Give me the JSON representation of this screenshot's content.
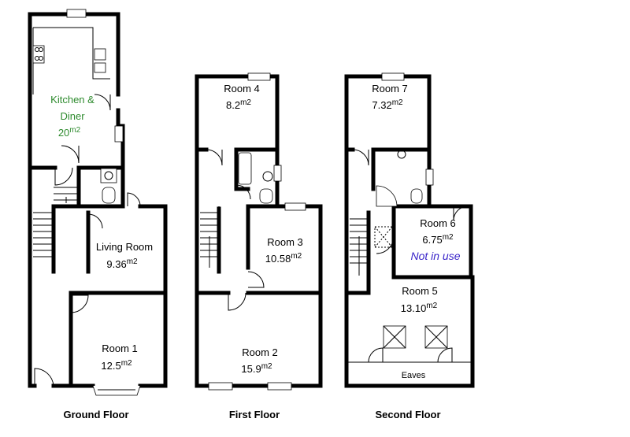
{
  "ground_floor": {
    "title": "Ground Floor",
    "kitchen": {
      "name_line1": "Kitchen &",
      "name_line2": "Diner",
      "area": "20",
      "unit": "m2"
    },
    "living_room": {
      "name": "Living Room",
      "area": "9.36",
      "unit": "m2"
    },
    "room1": {
      "name": "Room 1",
      "area": "12.5",
      "unit": "m2"
    }
  },
  "first_floor": {
    "title": "First Floor",
    "room4": {
      "name": "Room 4",
      "area": "8.2",
      "unit": "m2"
    },
    "room3": {
      "name": "Room 3",
      "area": "10.58",
      "unit": "m2"
    },
    "room2": {
      "name": "Room 2",
      "area": "15.9",
      "unit": "m2"
    }
  },
  "second_floor": {
    "title": "Second Floor",
    "room7": {
      "name": "Room 7",
      "area": "7.32",
      "unit": "m2"
    },
    "room6": {
      "name": "Room 6",
      "area": "6.75",
      "unit": "m2",
      "note": "Not in use"
    },
    "room5": {
      "name": "Room 5",
      "area": "13.10",
      "unit": "m2"
    },
    "eaves": "Eaves"
  },
  "colors": {
    "kitchen_label": "#2e8b2e",
    "note": "#3a25c9",
    "walls": "#000000"
  }
}
